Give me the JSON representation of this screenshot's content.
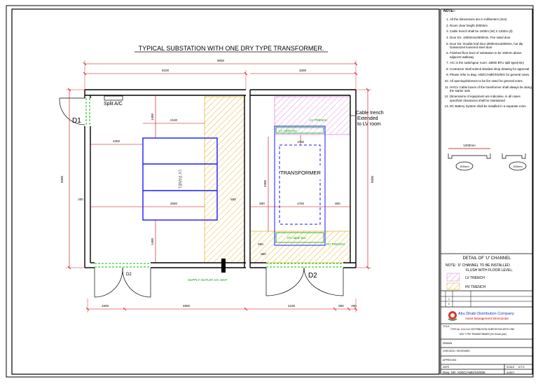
{
  "title": "TYPICAL SUBSTATION WITH ONE DRY TYPE TRANSFORMER.",
  "labels": {
    "split_ac": "Split A/C",
    "door_d1": "D1",
    "door_d2a": "D2",
    "door_d2b": "D2",
    "panel": "LV PANEL",
    "transformer": "TRANSFORMER",
    "lv_trench_label": "LV TRENCH",
    "lv_cable_box": "LV cable box",
    "hv_cable_box": "HV cable box",
    "hv_trench_label": "HV TRENCH",
    "cable_trench_note": "Cable trench Extended to LV room",
    "ac_outlet": "SUPPLY OUTLET A/C UNIT"
  },
  "dimensions": {
    "overall": "9000",
    "room_left": "5100",
    "room_right": "3300",
    "left_height": "5000",
    "right_height": "5000",
    "panel_w": "2100",
    "panel_h": "1400",
    "bot_left": "1400",
    "front_clear": "2500",
    "left_clear": "2300",
    "left_small": "200",
    "trench_w": "1700",
    "trench_small": "500",
    "trench_small2": "800",
    "trench_h": "2300",
    "mid_small": "500",
    "tx_inner": "1700",
    "bottom_1": "1500",
    "bottom_2": "4900",
    "bottom_3": "2100",
    "bottom_4": "900",
    "bottom_5": "200",
    "hv_small": "500",
    "hv_small2": "800"
  },
  "notes": {
    "heading": "NOTE:-",
    "items": [
      "All the dimensions are in millimeters (mm)",
      "Room clear height 4000mm",
      "Cable trench shall be 1000m (W) X 1200m (d)",
      "Door D1- 1000mmx2500mm, Fire rated door",
      "Door D2- Double leaf door 2000mmx3200mm, hot dip Galvanized louvered steel door",
      "Finished floor level of substation to be 150mm above adjacent walkway",
      "A/C in the switchgear room: 18000 BTU split type(min)",
      "Contractor shall submit detailed shop drawing for approval",
      "Please refer to dwg. ADDC/AMD/SS/001 for general notes.",
      "All openings/sleeves to be fire rated for general notes.",
      "HV/LV Cable boxes of the transformer shall always be along the starter side",
      "Dimensions of equipment are indicative, in all cases specified clearances shall be maintained",
      "DC Battery System shall be installed in a separate room"
    ]
  },
  "channel_detail": {
    "dim": "1200mm",
    "left_tag": "200mm",
    "right_tag": "200mm",
    "title": "DETAIL OF 'U' CHANNEL",
    "note": "NOTE: 'U' CHANNEL TO BE INSTALLED FLUSH WITH FLOOR LEVEL."
  },
  "legend": [
    {
      "label": "LV TRENCH",
      "color": "#e38be0"
    },
    {
      "label": "HV TRENCH",
      "color": "#e7c84a"
    }
  ],
  "rev_table": {
    "rows": [
      {
        "rev": "1",
        "date": "---",
        "desc": "---"
      },
      {
        "rev": "0",
        "date": "---",
        "desc": "---"
      }
    ]
  },
  "company": {
    "name": "Abu Dhabi Distribution Company",
    "dept": "Asset Management Directorate"
  },
  "title_block": {
    "title_label": "TITLE",
    "title_text": "TYPICAL 11/0.4 kV DISTRIBUTION SUBSTATION WITH ONE DRY TYPE TRANSFORMER (HV french pair)",
    "drawn_label": "DRAWN",
    "drawn_val": "---",
    "checked_label": "CHECKED / REVIEWED",
    "checked_val": "---",
    "approved_label": "APPROVED",
    "approved_val": "---",
    "date_label": "DATE",
    "date_val": "---",
    "scale_label": "SCALE",
    "scale_val": "N.T.S",
    "dwg_no": "Dwg. NO: ADDC/AMD/SS/006",
    "sheet_label": "SHEET",
    "sheet_val": "---"
  },
  "colors": {
    "wall": "#000000",
    "dimension": "#cc0000",
    "equipment": "#1a1aff",
    "cable": "#00a000",
    "hv_trench": "#e7c84a",
    "lv_trench": "#e38be0",
    "door": "#00c000"
  }
}
